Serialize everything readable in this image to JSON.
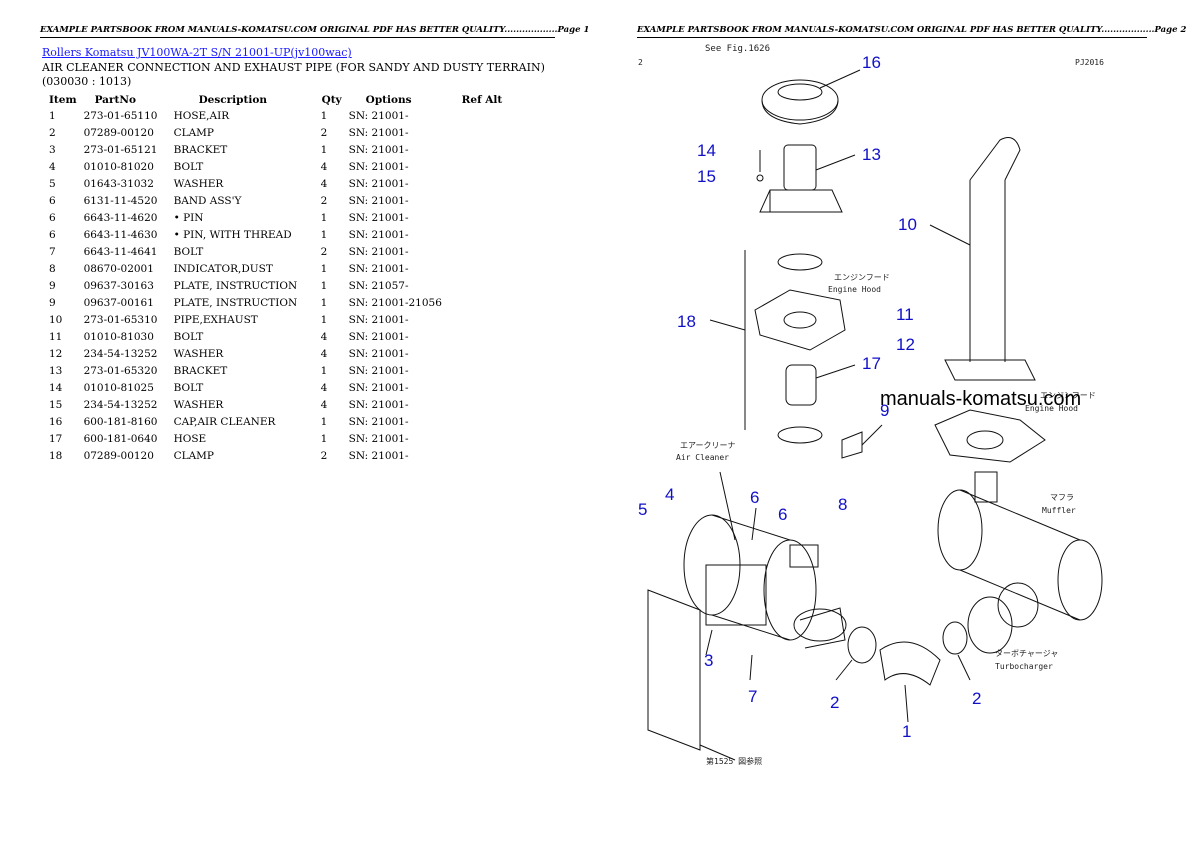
{
  "page1": {
    "header": "EXAMPLE PARTSBOOK FROM MANUALS-KOMATSU.COM ORIGINAL PDF HAS BETTER QUALITY..................Page 1",
    "link": "Rollers Komatsu JV100WA-2T S/N 21001-UP(jv100wac)",
    "title": "AIR CLEANER CONNECTION AND EXHAUST PIPE (FOR SANDY AND DUSTY TERRAIN)(030030 : 1013)",
    "columns": [
      "Item",
      "PartNo",
      "Description",
      "Qty",
      "Options",
      "Ref Alt"
    ],
    "rows": [
      [
        "1",
        "273-01-65110",
        "HOSE,AIR",
        "1",
        "SN: 21001-",
        ""
      ],
      [
        "2",
        "07289-00120",
        "CLAMP",
        "2",
        "SN: 21001-",
        ""
      ],
      [
        "3",
        "273-01-65121",
        "BRACKET",
        "1",
        "SN: 21001-",
        ""
      ],
      [
        "4",
        "01010-81020",
        "BOLT",
        "4",
        "SN: 21001-",
        ""
      ],
      [
        "5",
        "01643-31032",
        "WASHER",
        "4",
        "SN: 21001-",
        ""
      ],
      [
        "6",
        "6131-11-4520",
        "BAND ASS'Y",
        "2",
        "SN: 21001-",
        ""
      ],
      [
        "6",
        "6643-11-4620",
        "• PIN",
        "1",
        "SN: 21001-",
        ""
      ],
      [
        "6",
        "6643-11-4630",
        "• PIN, WITH THREAD",
        "1",
        "SN: 21001-",
        ""
      ],
      [
        "7",
        "6643-11-4641",
        "BOLT",
        "2",
        "SN: 21001-",
        ""
      ],
      [
        "8",
        "08670-02001",
        "INDICATOR,DUST",
        "1",
        "SN: 21001-",
        ""
      ],
      [
        "9",
        "09637-30163",
        "PLATE, INSTRUCTION",
        "1",
        "SN: 21057-",
        ""
      ],
      [
        "9",
        "09637-00161",
        "PLATE, INSTRUCTION",
        "1",
        "SN: 21001-21056",
        ""
      ],
      [
        "10",
        "273-01-65310",
        "PIPE,EXHAUST",
        "1",
        "SN: 21001-",
        ""
      ],
      [
        "11",
        "01010-81030",
        "BOLT",
        "4",
        "SN: 21001-",
        ""
      ],
      [
        "12",
        "234-54-13252",
        "WASHER",
        "4",
        "SN: 21001-",
        ""
      ],
      [
        "13",
        "273-01-65320",
        "BRACKET",
        "1",
        "SN: 21001-",
        ""
      ],
      [
        "14",
        "01010-81025",
        "BOLT",
        "4",
        "SN: 21001-",
        ""
      ],
      [
        "15",
        "234-54-13252",
        "WASHER",
        "4",
        "SN: 21001-",
        ""
      ],
      [
        "16",
        "600-181-8160",
        "CAP,AIR CLEANER",
        "1",
        "SN: 21001-",
        ""
      ],
      [
        "17",
        "600-181-0640",
        "HOSE",
        "1",
        "SN: 21001-",
        ""
      ],
      [
        "18",
        "07289-00120",
        "CLAMP",
        "2",
        "SN: 21001-",
        ""
      ]
    ]
  },
  "page2": {
    "header": "EXAMPLE PARTSBOOK FROM MANUALS-KOMATSU.COM ORIGINAL PDF HAS BETTER QUALITY..................Page 2",
    "watermark": "manuals-komatsu.com",
    "labels": {
      "see_fig": "See Fig.1626",
      "fig_code": "PJ2016",
      "corner": "2",
      "engine_hood_jp": "エンジンフード",
      "engine_hood": "Engine Hood",
      "engine_hood_jp2": "エンジンフード",
      "engine_hood2": "Engine Hood",
      "air_cleaner_jp": "エアークリーナ",
      "air_cleaner": "Air Cleaner",
      "muffler_jp": "マフラ",
      "muffler": "Muffler",
      "turbo_jp": "ターボチャージャ",
      "turbo": "Turbocharger",
      "bottom_ref": "第1525 図参照"
    },
    "callouts": [
      "16",
      "14",
      "15",
      "13",
      "10",
      "18",
      "11",
      "12",
      "17",
      "9",
      "4",
      "5",
      "6",
      "6",
      "8",
      "3",
      "7",
      "2",
      "1",
      "2"
    ]
  }
}
